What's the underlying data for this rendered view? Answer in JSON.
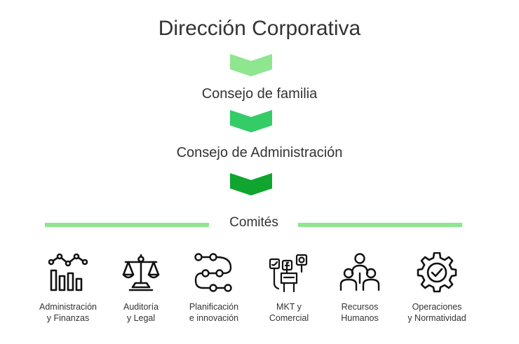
{
  "title": "Dirección Corporativa",
  "levels": [
    {
      "label": "Consejo de familia"
    },
    {
      "label": "Consejo de Administración"
    }
  ],
  "chevron_colors": [
    "#8ee68e",
    "#33cc66",
    "#0fa52f"
  ],
  "line_color": "#8ee68e",
  "comites": {
    "label": "Comités",
    "items": [
      {
        "line1": "Administración",
        "line2": "y Finanzas",
        "icon": "chart-icon"
      },
      {
        "line1": "Auditoría",
        "line2": "y Legal",
        "icon": "scales-icon"
      },
      {
        "line1": "Planificación",
        "line2": "e innovación",
        "icon": "flow-icon"
      },
      {
        "line1": "MKT y",
        "line2": "Comercial",
        "icon": "social-media-icon"
      },
      {
        "line1": "Recursos",
        "line2": "Humanos",
        "icon": "people-icon"
      },
      {
        "line1": "Operaciones",
        "line2": "y Normatividad",
        "icon": "gear-check-icon"
      }
    ]
  }
}
